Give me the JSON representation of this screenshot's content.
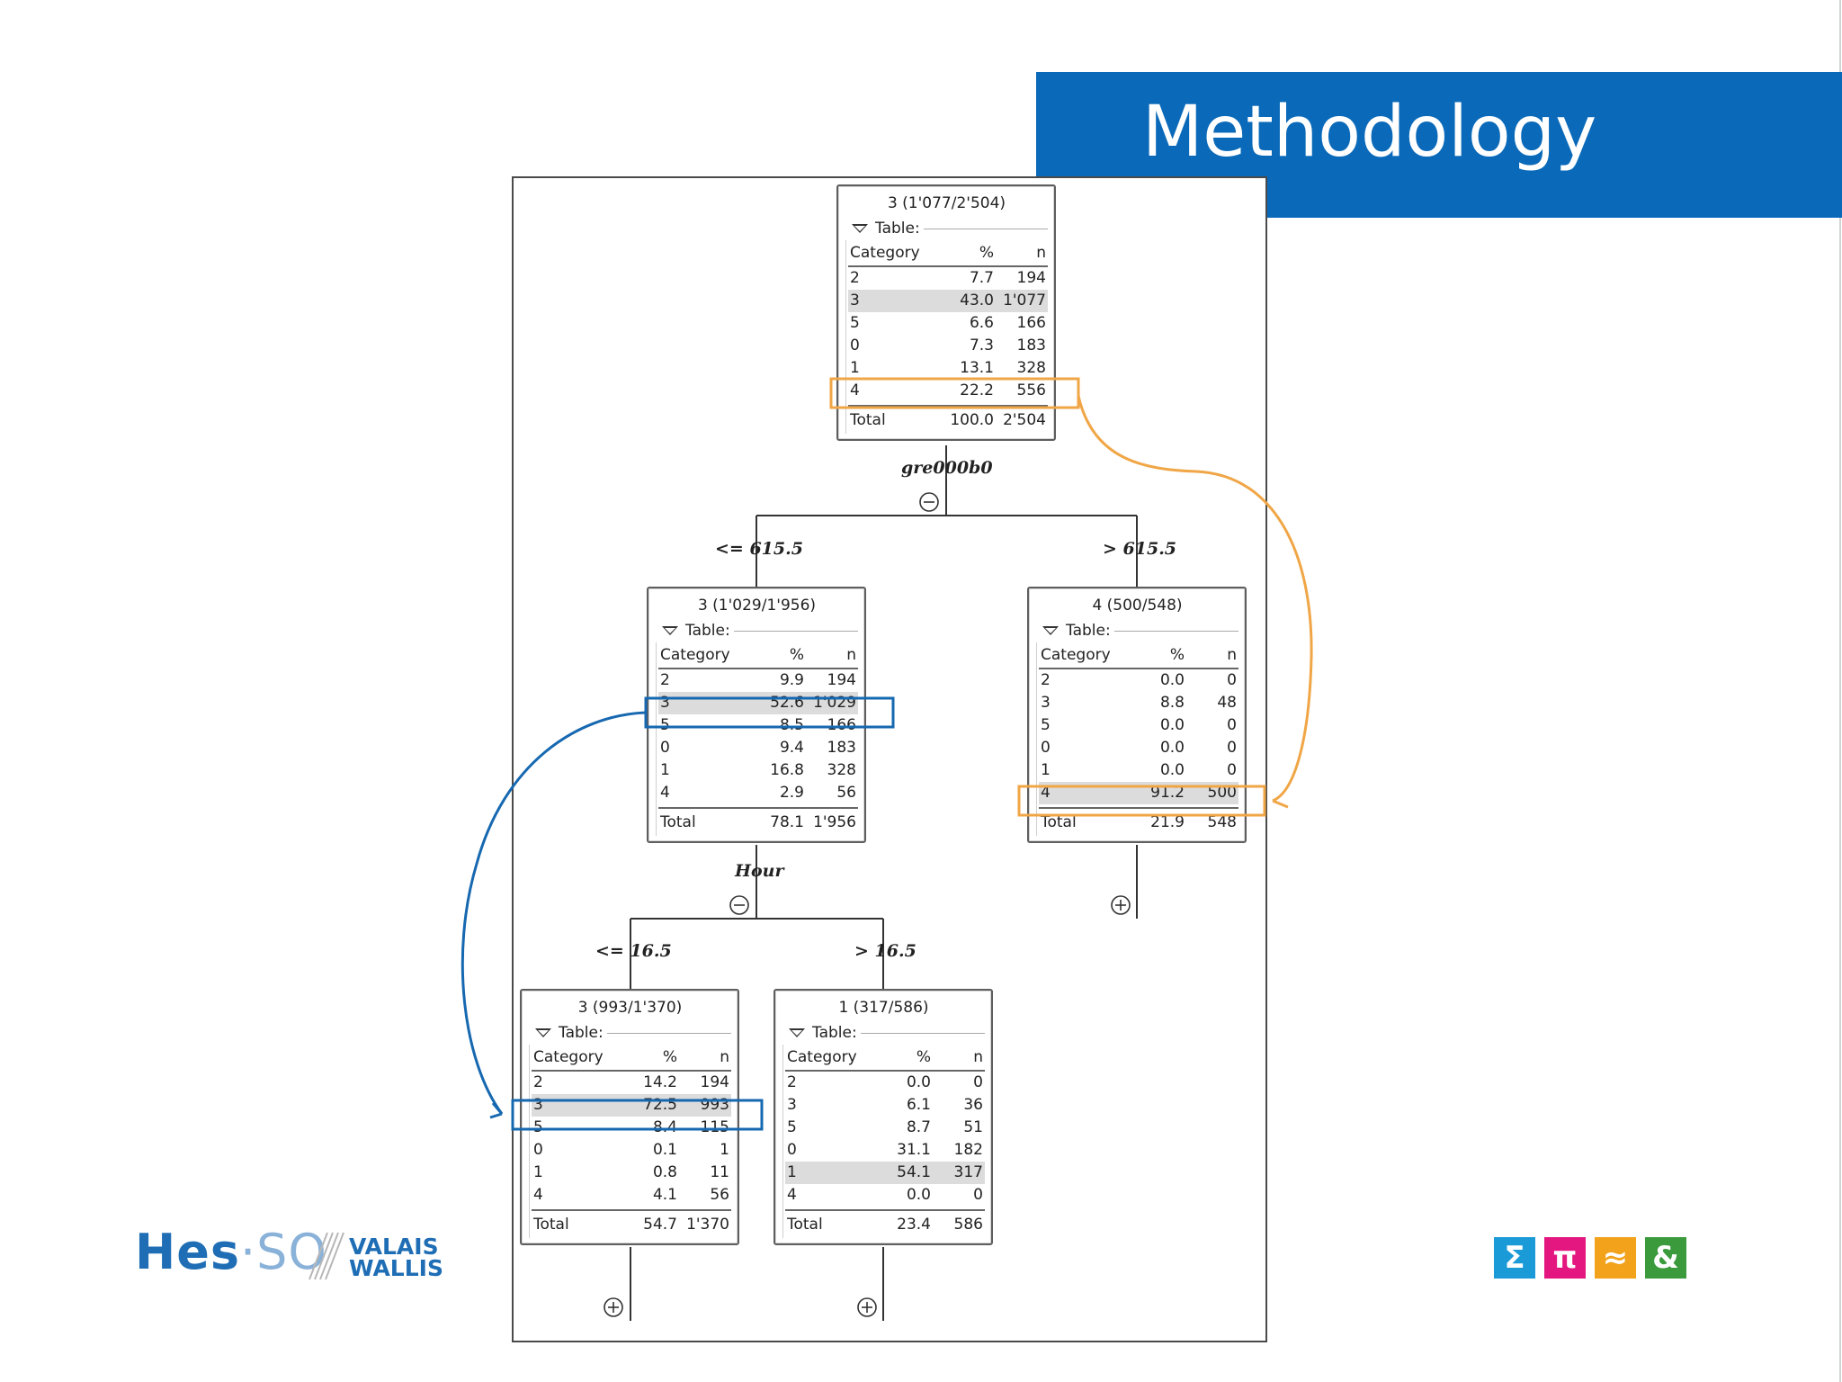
{
  "title": "Methodology",
  "root": {
    "title": "3 (1'077/2'504)",
    "table_label": "Table:",
    "headers": [
      "Category",
      "%",
      "n"
    ],
    "rows": [
      [
        "2",
        "7.7",
        "194"
      ],
      [
        "3",
        "43.0",
        "1'077"
      ],
      [
        "5",
        "6.6",
        "166"
      ],
      [
        "0",
        "7.3",
        "183"
      ],
      [
        "1",
        "13.1",
        "328"
      ],
      [
        "4",
        "22.2",
        "556"
      ]
    ],
    "total": [
      "Total",
      "100.0",
      "2'504"
    ]
  },
  "split_root": {
    "attribute": "gre000b0",
    "left": "<= 615.5",
    "right": "> 615.5"
  },
  "left": {
    "title": "3 (1'029/1'956)",
    "table_label": "Table:",
    "headers": [
      "Category",
      "%",
      "n"
    ],
    "rows": [
      [
        "2",
        "9.9",
        "194"
      ],
      [
        "3",
        "52.6",
        "1'029"
      ],
      [
        "5",
        "8.5",
        "166"
      ],
      [
        "0",
        "9.4",
        "183"
      ],
      [
        "1",
        "16.8",
        "328"
      ],
      [
        "4",
        "2.9",
        "56"
      ]
    ],
    "total": [
      "Total",
      "78.1",
      "1'956"
    ]
  },
  "right": {
    "title": "4 (500/548)",
    "table_label": "Table:",
    "headers": [
      "Category",
      "%",
      "n"
    ],
    "rows": [
      [
        "2",
        "0.0",
        "0"
      ],
      [
        "3",
        "8.8",
        "48"
      ],
      [
        "5",
        "0.0",
        "0"
      ],
      [
        "0",
        "0.0",
        "0"
      ],
      [
        "1",
        "0.0",
        "0"
      ],
      [
        "4",
        "91.2",
        "500"
      ]
    ],
    "total": [
      "Total",
      "21.9",
      "548"
    ]
  },
  "split_left": {
    "attribute": "Hour",
    "left": "<= 16.5",
    "right": "> 16.5"
  },
  "leftleft": {
    "title": "3 (993/1'370)",
    "table_label": "Table:",
    "headers": [
      "Category",
      "%",
      "n"
    ],
    "rows": [
      [
        "2",
        "14.2",
        "194"
      ],
      [
        "3",
        "72.5",
        "993"
      ],
      [
        "5",
        "8.4",
        "115"
      ],
      [
        "0",
        "0.1",
        "1"
      ],
      [
        "1",
        "0.8",
        "11"
      ],
      [
        "4",
        "4.1",
        "56"
      ]
    ],
    "total": [
      "Total",
      "54.7",
      "1'370"
    ]
  },
  "leftright": {
    "title": "1 (317/586)",
    "table_label": "Table:",
    "headers": [
      "Category",
      "%",
      "n"
    ],
    "rows": [
      [
        "2",
        "0.0",
        "0"
      ],
      [
        "3",
        "6.1",
        "36"
      ],
      [
        "5",
        "8.7",
        "51"
      ],
      [
        "0",
        "31.1",
        "182"
      ],
      [
        "1",
        "54.1",
        "317"
      ],
      [
        "4",
        "0.0",
        "0"
      ]
    ],
    "total": [
      "Total",
      "23.4",
      "586"
    ]
  },
  "logo": {
    "brand": "Hes",
    "dot": "·",
    "suffix": "SO",
    "region_1": "VALAIS",
    "region_2": "WALLIS"
  },
  "symbols": [
    {
      "glyph": "Σ",
      "color": "#1a9ad6"
    },
    {
      "glyph": "π",
      "color": "#e3177f"
    },
    {
      "glyph": "≈",
      "color": "#f2a21b"
    },
    {
      "glyph": "&",
      "color": "#3a9a3c"
    }
  ],
  "colors": {
    "banner": "#0a6ab9",
    "orange_highlight": "#f0a646",
    "blue_highlight": "#1668b0"
  }
}
